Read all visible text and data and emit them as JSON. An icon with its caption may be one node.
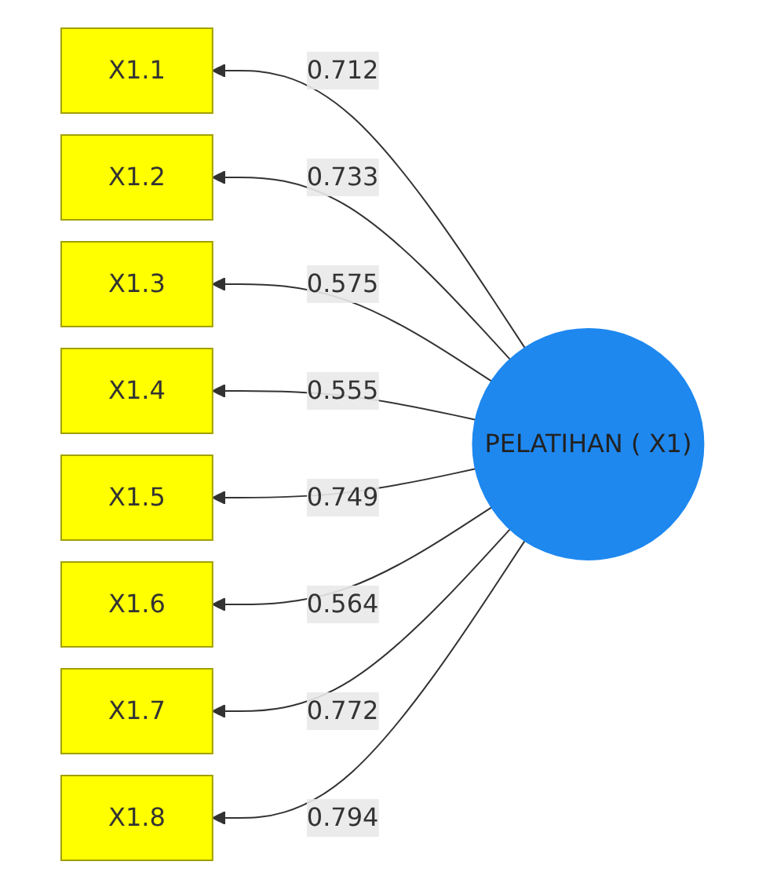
{
  "diagram": {
    "nodes": [
      {
        "text": [
          "X1.1"
        ]
      },
      {
        "text": [
          "X1.2"
        ]
      },
      {
        "text": [
          "X1.3"
        ]
      },
      {
        "text": [
          "X1.4"
        ]
      },
      {
        "text": [
          "X1.5"
        ]
      },
      {
        "text": [
          "X1.6"
        ]
      },
      {
        "text": [
          "X1.7"
        ]
      },
      {
        "text": [
          "X1.8"
        ]
      },
      {
        "text": [
          "PELATIHAN ( X1)"
        ]
      }
    ],
    "edges": [
      {
        "from": 8,
        "to": 0,
        "arrow": "to",
        "label": "0.712"
      },
      {
        "from": 8,
        "to": 1,
        "arrow": "to",
        "label": "0.733"
      },
      {
        "from": 8,
        "to": 2,
        "arrow": "to",
        "label": "0.575"
      },
      {
        "from": 8,
        "to": 3,
        "arrow": "to",
        "label": "0.555"
      },
      {
        "from": 8,
        "to": 4,
        "arrow": "to",
        "label": "0.749"
      },
      {
        "from": 8,
        "to": 5,
        "arrow": "to",
        "label": "0.564"
      },
      {
        "from": 8,
        "to": 6,
        "arrow": "to",
        "label": "0.772"
      },
      {
        "from": 8,
        "to": 7,
        "arrow": "to",
        "label": "0.794"
      }
    ]
  }
}
